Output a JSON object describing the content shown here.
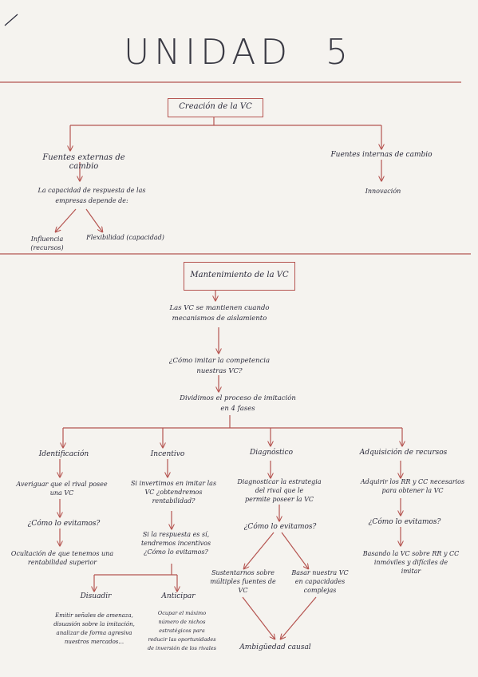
{
  "page": {
    "title_word": "UNIDAD",
    "title_number": "5"
  },
  "section1": {
    "root": "Creación de la VC",
    "left_branch": "Fuentes externas de cambio",
    "right_branch": "Fuentes internas de cambio",
    "left_text": "La capacidad de respuesta de las\nempresas depende de:",
    "left_child_1": "Influencia (recursos)",
    "left_child_2": "Flexibilidad (capacidad)",
    "right_child": "Innovación"
  },
  "section2": {
    "root": "Mantenimiento de la VC",
    "step_1": "Las VC se mantienen cuando\nmecanismos de aislamiento",
    "step_2": "¿Cómo imitar la competencia\nnuestras VC?",
    "step_3": "Dividimos el proceso de imitación\nen 4 fases",
    "phases": [
      {
        "title": "Identificación",
        "text_1": "Averiguar que el rival posee\nuna VC",
        "question": "¿Cómo lo evitamos?",
        "answer": "Ocultación de que tenemos una\nrentabilidad superior"
      },
      {
        "title": "Incentivo",
        "text_1": "Si invertimos en imitar las\nVC ¿obtendremos\nrentabilidad?",
        "question": "Si la respuesta es sí,\ntendremos incentivos\n¿Cómo lo evitamos?",
        "options": [
          {
            "title": "Disuadir",
            "text": "Emitir señales de amenaza,\ndisuasión sobre la imitación,\nanalizar de forma agresiva\nnuestros mercados..."
          },
          {
            "title": "Anticipar",
            "text": "Ocupar el máximo\nnúmero de nichos\nestratégicos para\nreducir las oportunidades\nde inversión de los rivales"
          }
        ]
      },
      {
        "title": "Diagnóstico",
        "text_1": "Diagnosticar la estrategia\ndel rival que le\npermite poseer la VC",
        "question": "¿Cómo lo evitamos?",
        "answers": [
          "Sustentarnos sobre\nmúltiples fuentes de\nVC",
          "Basar nuestra VC\nen capacidades\ncomplejas"
        ],
        "result": "Ambigüedad causal"
      },
      {
        "title": "Adquisición de recursos",
        "text_1": "Adquirir los RR y CC necesarios\npara obtener la VC",
        "question": "¿Cómo lo evitamos?",
        "answer": "Basando la VC sobre RR y CC\ninmóviles y difíciles de\nimitar"
      }
    ]
  },
  "colors": {
    "ink": "#2a2a3a",
    "red_ink": "#b55450",
    "paper": "#f5f3ef"
  }
}
